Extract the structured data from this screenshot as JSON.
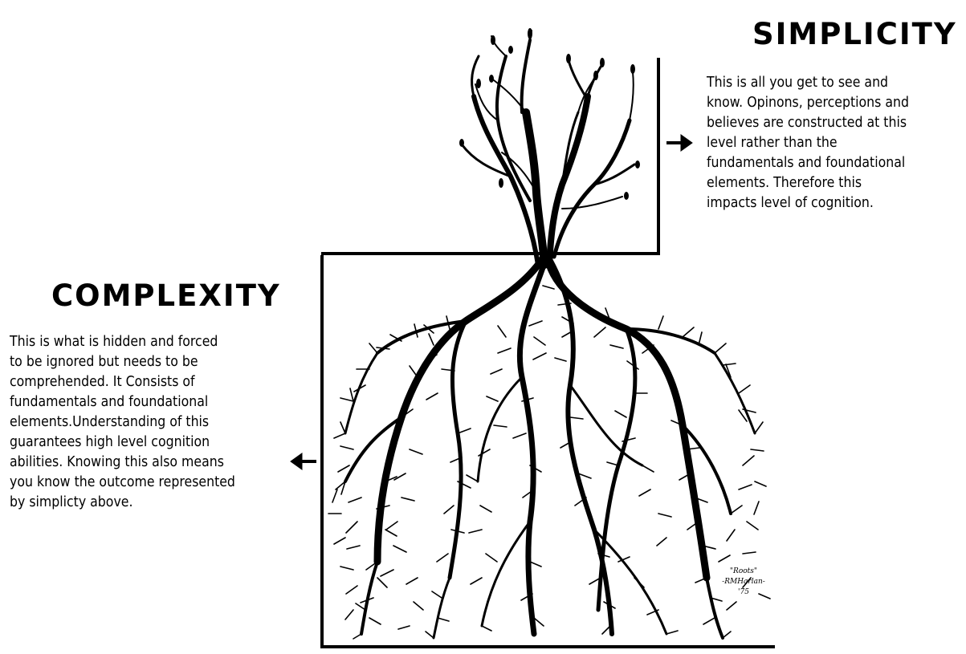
{
  "simplicity": {
    "heading": "SIMPLICITY",
    "lines": [
      "This is all you get to see and",
      "know. Opinons, perceptions and",
      "believes are constructed at this",
      "level rather than the",
      "fundamentals and foundational",
      "elements. Therefore this",
      "impacts level of cognition."
    ]
  },
  "complexity": {
    "heading": "COMPLEXITY",
    "lines": [
      "This is what is hidden and forced",
      "to be ignored but needs to be",
      "comprehended. It Consists of",
      "fundamentals and foundational",
      "elements.Understanding of this",
      "guarantees high level cognition",
      "abilities. Knowing this also means",
      "you know the outcome represented",
      "by simplicty above."
    ]
  },
  "artwork": {
    "signature_lines": [
      "\"Roots\"",
      "-RMHarlan-",
      "'75"
    ],
    "ink_color": "#000000",
    "background_color": "#ffffff"
  }
}
